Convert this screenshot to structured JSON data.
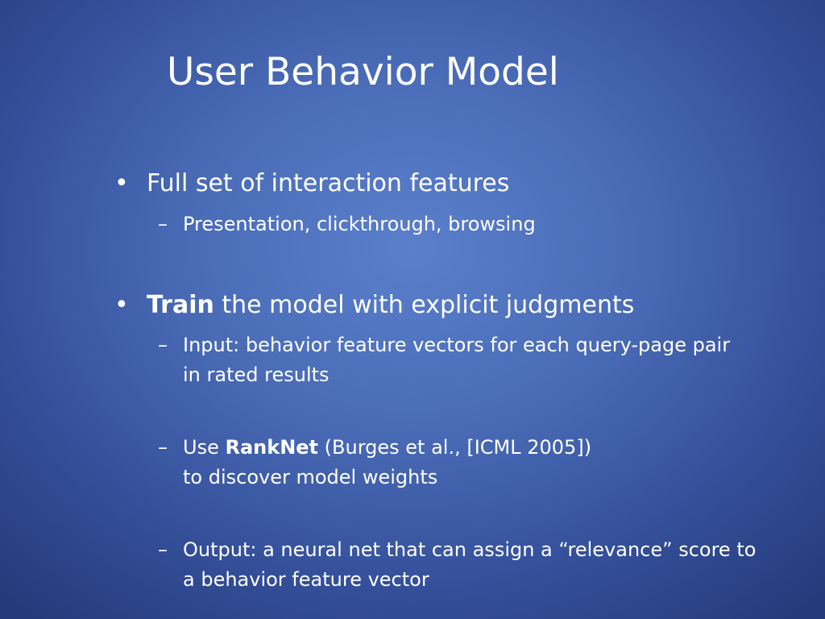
{
  "slide": {
    "title": "User Behavior Model",
    "bullet_char": "•",
    "dash_char": "–",
    "bullet1": {
      "text": "Full set of interaction features",
      "sub": {
        "text": "Presentation, clickthrough, browsing"
      }
    },
    "bullet2": {
      "bold": "Train",
      "rest": " the model with explicit judgments",
      "sub1": {
        "line1": "Input: behavior feature vectors for each query-page pair",
        "line2": "in rated results"
      },
      "sub2": {
        "prefix": "Use ",
        "bold": "RankNet",
        "suffix": " (Burges et al., [ICML 2005])",
        "line2": "to discover model weights"
      },
      "sub3": {
        "line1": "Output: a neural net that can assign a “relevance” score to",
        "line2": "a behavior feature vector"
      }
    }
  }
}
